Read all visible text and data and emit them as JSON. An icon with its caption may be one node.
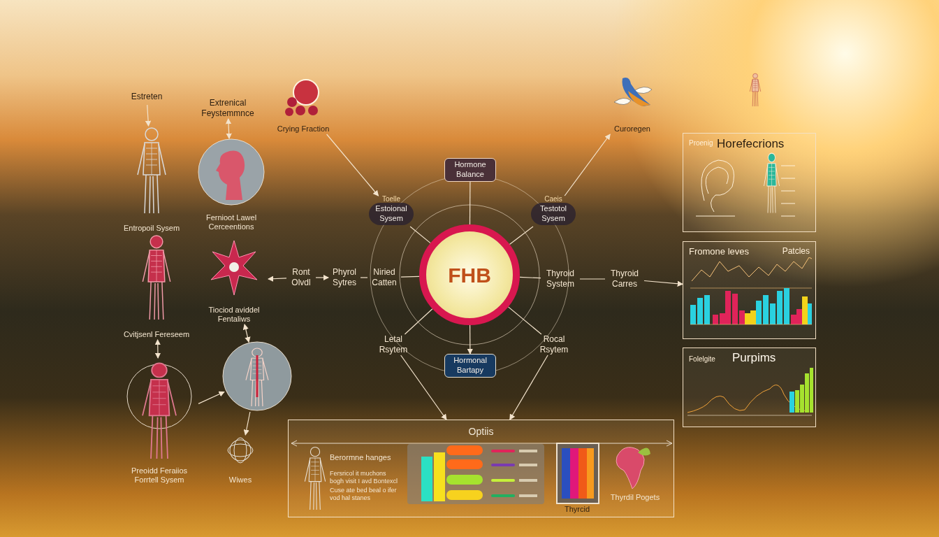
{
  "diagram": {
    "nodes": [
      {
        "text": [
          "Estreten"
        ]
      },
      {
        "text": [
          "Entropoil Sysem"
        ]
      },
      {
        "text": [
          "Extrenical Feystemmnce"
        ]
      },
      {
        "text": [
          "Fernioot Lawel Cerceentions"
        ]
      },
      {
        "text": [
          "Crying Fraction"
        ]
      },
      {
        "text": [
          "Cvitjsenl Fereseem"
        ]
      },
      {
        "text": [
          "Tiociod aviddel Fentaliws"
        ]
      },
      {
        "text": [
          "Ront Olvdl"
        ]
      },
      {
        "text": [
          "Phyrol Sytres"
        ]
      },
      {
        "text": [
          "Niried Catten"
        ]
      },
      {
        "text": [
          "Preoidd Feraiios Forrtell Sysem"
        ]
      },
      {
        "text": [],
        "shape": "picture"
      },
      {
        "text": [
          "Wiwes"
        ]
      },
      {
        "text": [
          "Hormone Balance"
        ]
      },
      {
        "text": [
          "Toelle",
          "Estoional Sysem"
        ]
      },
      {
        "text": [
          "Caeis",
          "Testotol Sysem"
        ]
      },
      {
        "text": [
          "FHB"
        ]
      },
      {
        "text": [
          "Thyroid System"
        ]
      },
      {
        "text": [
          "Thyroid Carres"
        ]
      },
      {
        "text": [
          "Letal Rsytem"
        ]
      },
      {
        "text": [
          "Rocal Rsytem"
        ]
      },
      {
        "text": [
          "Hormonal Bartapy"
        ]
      },
      {
        "text": [
          "Curoregen"
        ]
      },
      {
        "text": [
          "Proenig",
          "Horefecrions"
        ]
      },
      {
        "text": [
          "Fromone leves",
          "Patcles"
        ]
      },
      {
        "text": [
          "Folelgite",
          "Purpims"
        ]
      },
      {
        "text": [
          "Optiis"
        ]
      }
    ],
    "edges": [
      {
        "from": 0,
        "to": 1,
        "arrow": "to"
      },
      {
        "from": 2,
        "to": 3,
        "arrow": "both"
      },
      {
        "from": 4,
        "to": 14,
        "arrow": "to"
      },
      {
        "from": 15,
        "to": 22,
        "arrow": "to"
      },
      {
        "from": 7,
        "to": 6,
        "arrow": "to"
      },
      {
        "from": 7,
        "to": 8,
        "arrow": "to"
      },
      {
        "from": 8,
        "to": 9,
        "arrow": "none"
      },
      {
        "from": 9,
        "to": 16,
        "arrow": "none"
      },
      {
        "from": 16,
        "to": 17,
        "arrow": "none"
      },
      {
        "from": 17,
        "to": 18,
        "arrow": "none"
      },
      {
        "from": 18,
        "to": 24,
        "arrow": "to"
      },
      {
        "from": 13,
        "to": 16,
        "arrow": "none"
      },
      {
        "from": 16,
        "to": 21,
        "arrow": "to"
      },
      {
        "from": 14,
        "to": 16,
        "arrow": "none"
      },
      {
        "from": 15,
        "to": 16,
        "arrow": "none"
      },
      {
        "from": 19,
        "to": 16,
        "arrow": "none"
      },
      {
        "from": 20,
        "to": 16,
        "arrow": "none"
      },
      {
        "from": 19,
        "to": 26,
        "arrow": "to"
      },
      {
        "from": 20,
        "to": 26,
        "arrow": "to"
      },
      {
        "from": 5,
        "to": 10,
        "arrow": "both"
      },
      {
        "from": 6,
        "to": 11,
        "arrow": "both"
      },
      {
        "from": 10,
        "to": 11,
        "arrow": "to"
      },
      {
        "from": 11,
        "to": 12,
        "arrow": "to"
      }
    ],
    "labels": [
      "Berormne hanges",
      "Fersricol it muchons bogh visit I avd Bontexcl",
      "Cuse ate bed beal o ifer vod hal stanes",
      "Thyrcid",
      "Thyrdil Pogets"
    ]
  }
}
